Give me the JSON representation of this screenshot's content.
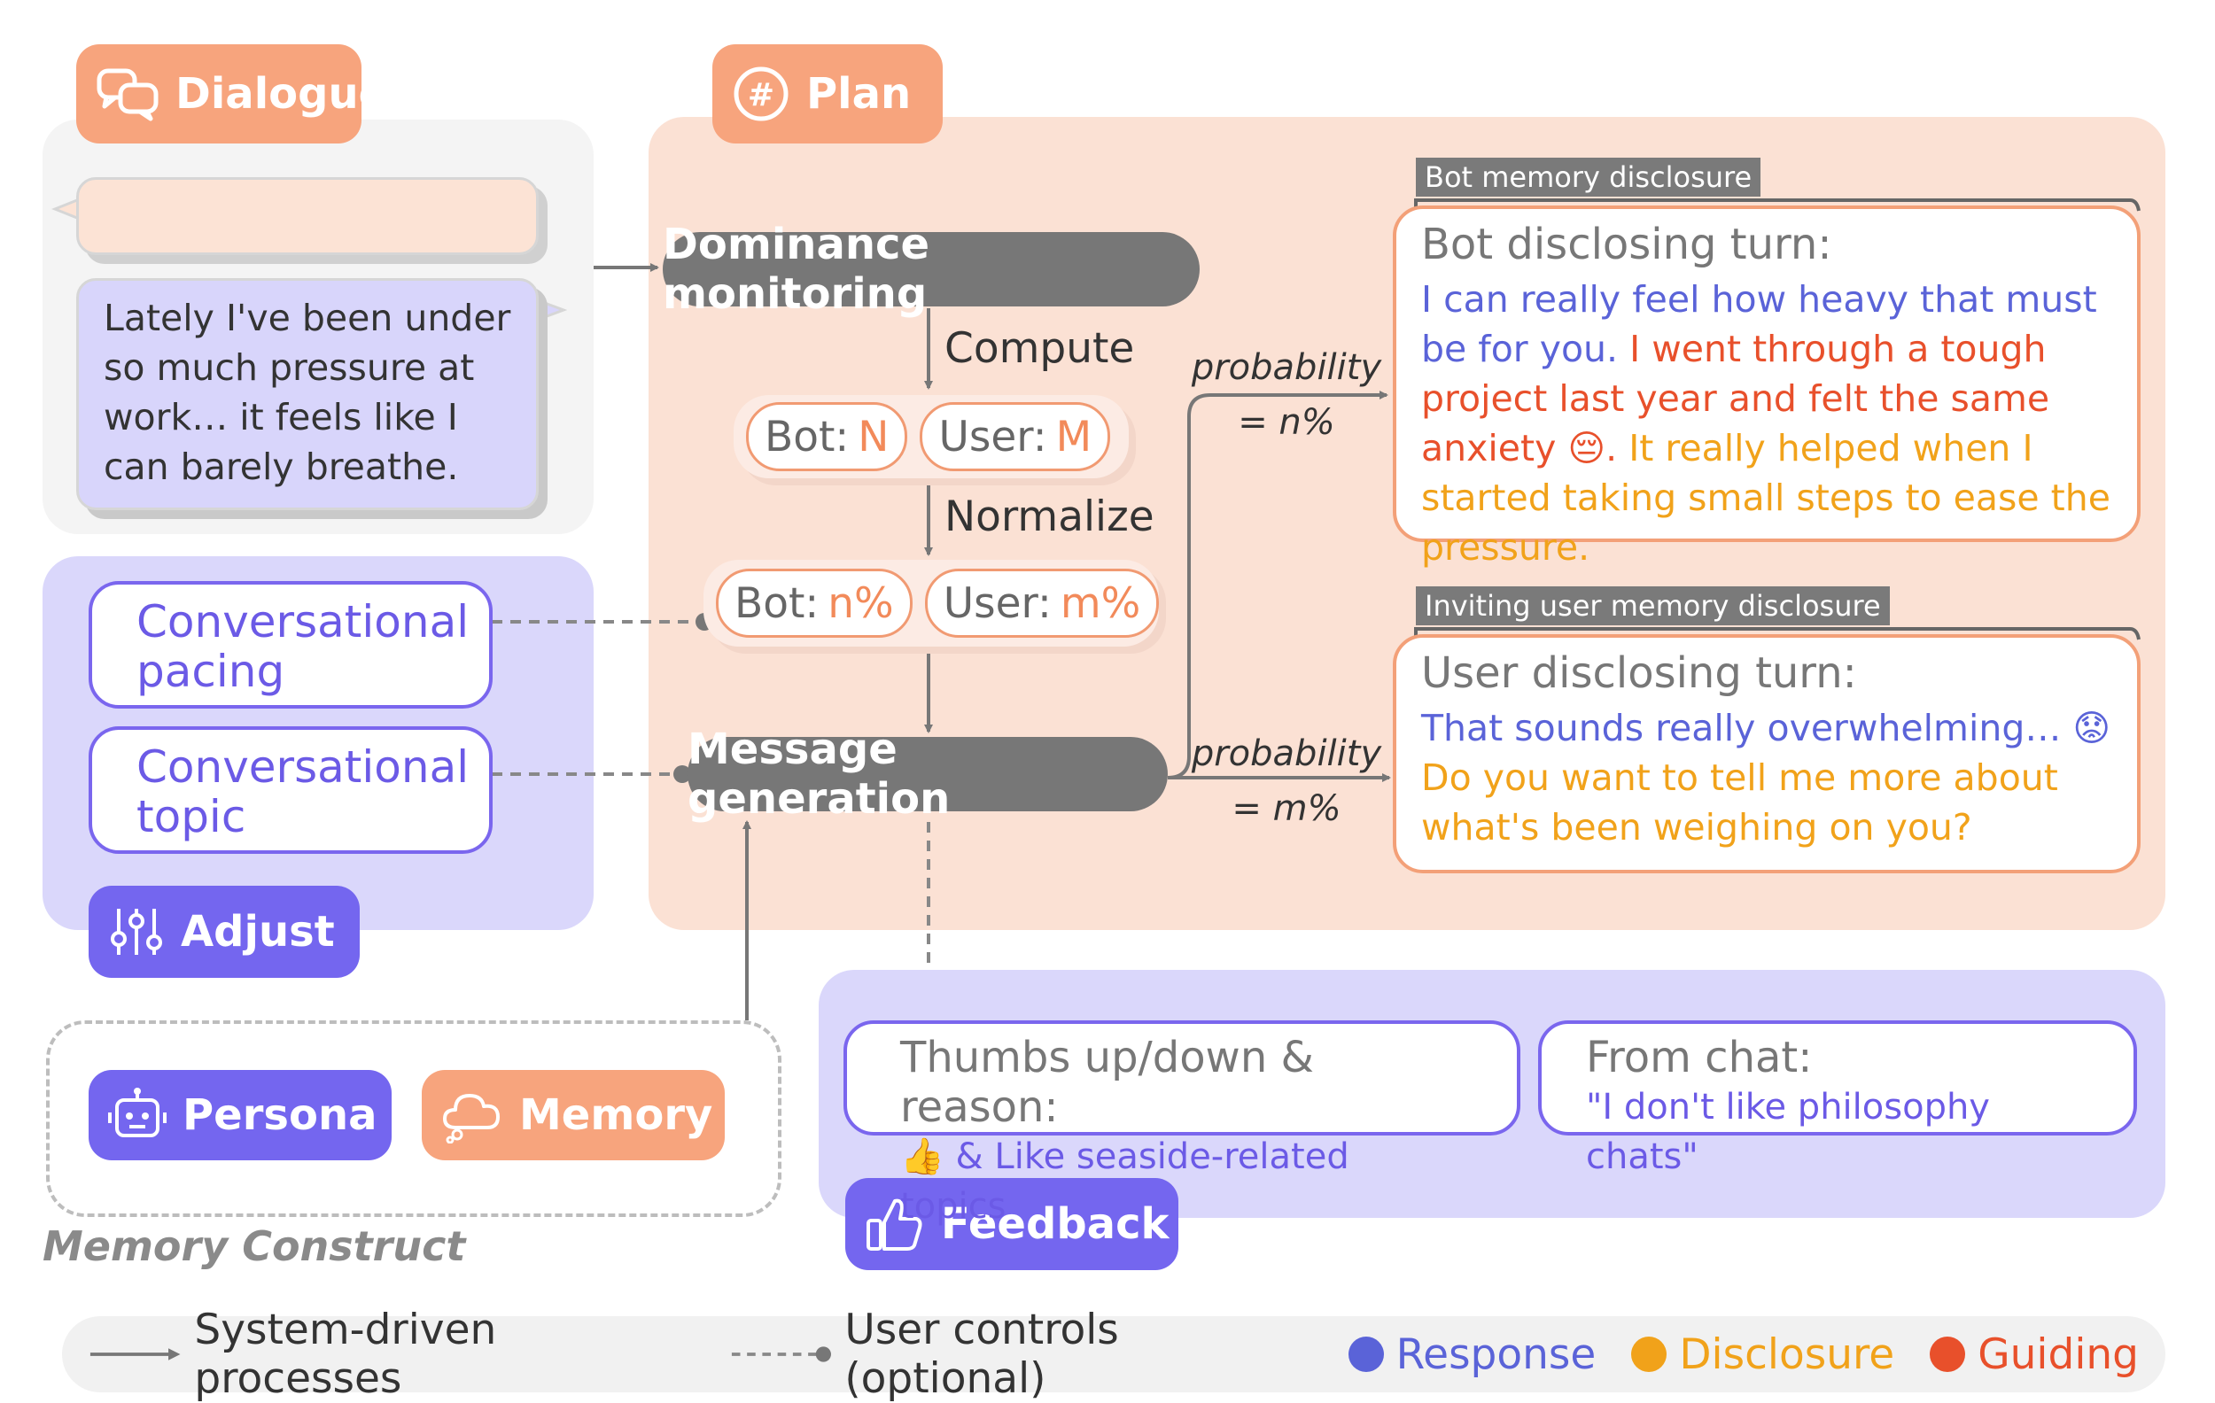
{
  "headers": {
    "dialogue": "Dialogue",
    "plan": "Plan",
    "adjust": "Adjust",
    "feedback": "Feedback",
    "persona": "Persona",
    "memory": "Memory"
  },
  "dialogue": {
    "user_message": "Lately I've been under so much pressure at work… it feels like I can barely breathe."
  },
  "plan": {
    "dominance_node": "Dominance monitoring",
    "compute_label": "Compute",
    "normalize_label": "Normalize",
    "raw": {
      "bot_label": "Bot:",
      "bot_value": "N",
      "user_label": "User:",
      "user_value": "M"
    },
    "normalized": {
      "bot_label": "Bot:",
      "bot_value": "n%",
      "user_label": "User:",
      "user_value": "m%"
    },
    "message_node": "Message generation",
    "prob_top_1": "probability",
    "prob_top_2": "= n%",
    "prob_bottom_1": "probability",
    "prob_bottom_2": "= m%"
  },
  "bot_card": {
    "tag": "Bot memory disclosure",
    "title": "Bot disclosing turn:",
    "response": "I can really feel how heavy that must be for you.",
    "guiding": " I went through a tough project last year and felt the same anxiety 😔",
    "dot": ".",
    "disclosure": " It really helped when I started taking small steps to ease the pressure."
  },
  "user_card": {
    "tag": "Inviting user memory disclosure",
    "title": "User disclosing turn:",
    "response": "That sounds really overwhelming… 😟",
    "disclosure": " Do you want to tell me more about what's been weighing on you?"
  },
  "adjust": {
    "option1": "Conversational pacing",
    "option2": "Conversational topic"
  },
  "feedback": {
    "thumbs_title": "Thumbs up/down & reason:",
    "thumbs_emoji": "👍",
    "thumbs_body": " & Like seaside-related topics",
    "chat_title": "From chat:",
    "chat_body": "\"I don't like philosophy chats\""
  },
  "memory_construct_label": "Memory Construct",
  "legend": {
    "system": "System-driven processes",
    "user_controls": "User controls (optional)",
    "response": "Response",
    "disclosure": "Disclosure",
    "guiding": "Guiding"
  },
  "colors": {
    "peach": "#f7a47d",
    "purple": "#7466ef",
    "response": "#5a63d8",
    "disclosure": "#f1a21a",
    "guiding": "#e8502b",
    "node_gray": "#777777"
  },
  "icons": [
    "chat-bubbles-icon",
    "hashtag-icon",
    "sliders-icon",
    "thumbs-up-icon",
    "robot-icon",
    "cloud-icon"
  ]
}
